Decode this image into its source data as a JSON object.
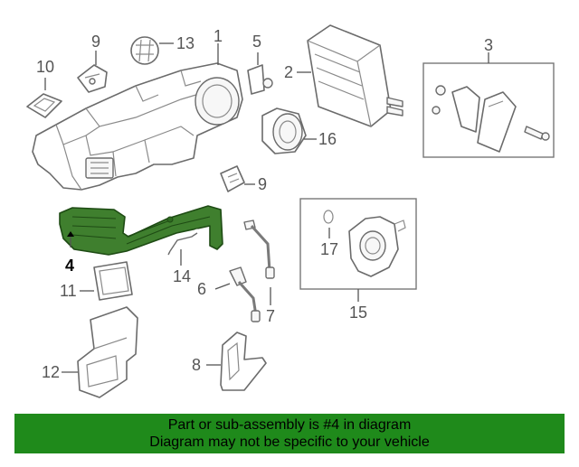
{
  "highlight_color": "#1f8a1b",
  "part_highlight_color": "#3f7f2e",
  "callouts": {
    "c1": "1",
    "c2": "2",
    "c3": "3",
    "c4": "4",
    "c5": "5",
    "c6": "6",
    "c7": "7",
    "c8": "8",
    "c9a": "9",
    "c9b": "9",
    "c10": "10",
    "c11": "11",
    "c12": "12",
    "c13": "13",
    "c14": "14",
    "c15": "15",
    "c16": "16",
    "c17": "17"
  },
  "banner": {
    "line1": "Part or sub-assembly is #4 in diagram",
    "line2": "Diagram may not be specific to your vehicle"
  }
}
